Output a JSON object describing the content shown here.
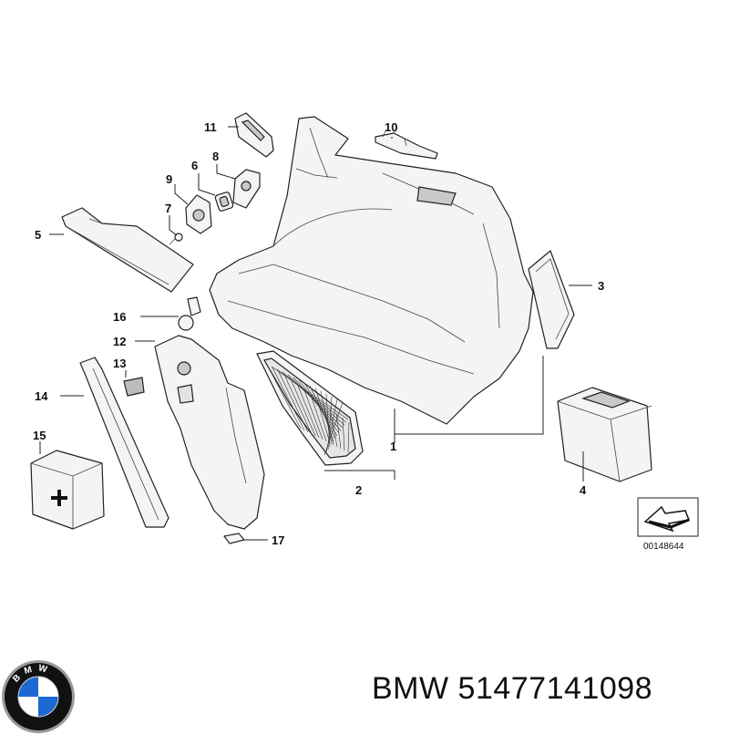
{
  "callouts": {
    "c1": "1",
    "c2": "2",
    "c3": "3",
    "c4": "4",
    "c5": "5",
    "c6": "6",
    "c7": "7",
    "c8": "8",
    "c9": "9",
    "c10": "10",
    "c11": "11",
    "c12": "12",
    "c13": "13",
    "c14": "14",
    "c15": "15",
    "c16": "16",
    "c17": "17"
  },
  "doc_id": "00148644",
  "footer": {
    "brand": "BMW",
    "part_number": "51477141098"
  },
  "logo": {
    "letters": [
      "B",
      "M",
      "W"
    ],
    "colors": {
      "blue": "#1c69d4",
      "white": "#ffffff",
      "ring": "#111111",
      "rim": "#9a9a9a"
    }
  }
}
